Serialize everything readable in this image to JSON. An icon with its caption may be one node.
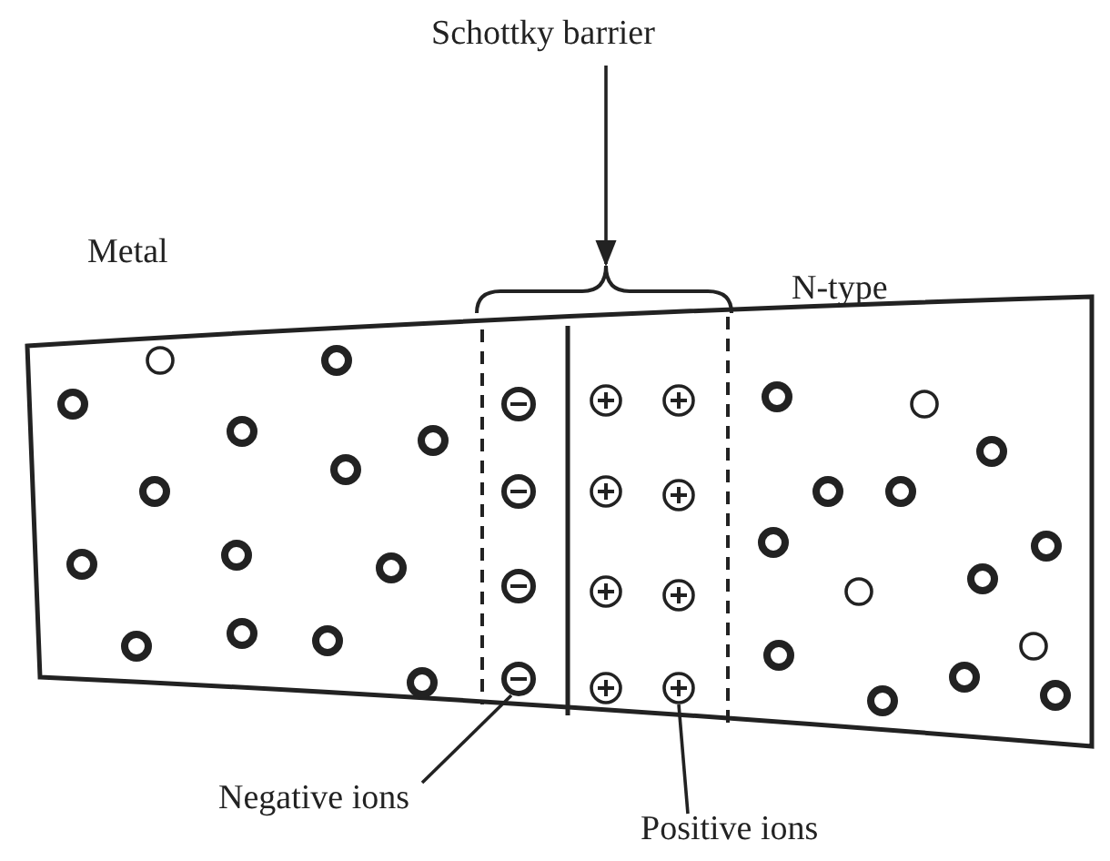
{
  "diagram": {
    "nodes": [
      {
        "text": [
          "Schottky barrier"
        ]
      },
      {
        "text": [],
        "shape": "brace"
      },
      {
        "text": [
          "Negative ions"
        ]
      },
      {
        "text": [],
        "shape": "circle"
      },
      {
        "text": [
          "Positive ions"
        ]
      },
      {
        "text": [],
        "shape": "circle"
      }
    ],
    "edges": [
      {
        "from": 0,
        "to": 1,
        "arrow": "to"
      },
      {
        "from": 2,
        "to": 3,
        "arrow": "none"
      },
      {
        "from": 4,
        "to": 5,
        "arrow": "none"
      }
    ],
    "labels": [
      "Metal",
      "N-type"
    ]
  }
}
